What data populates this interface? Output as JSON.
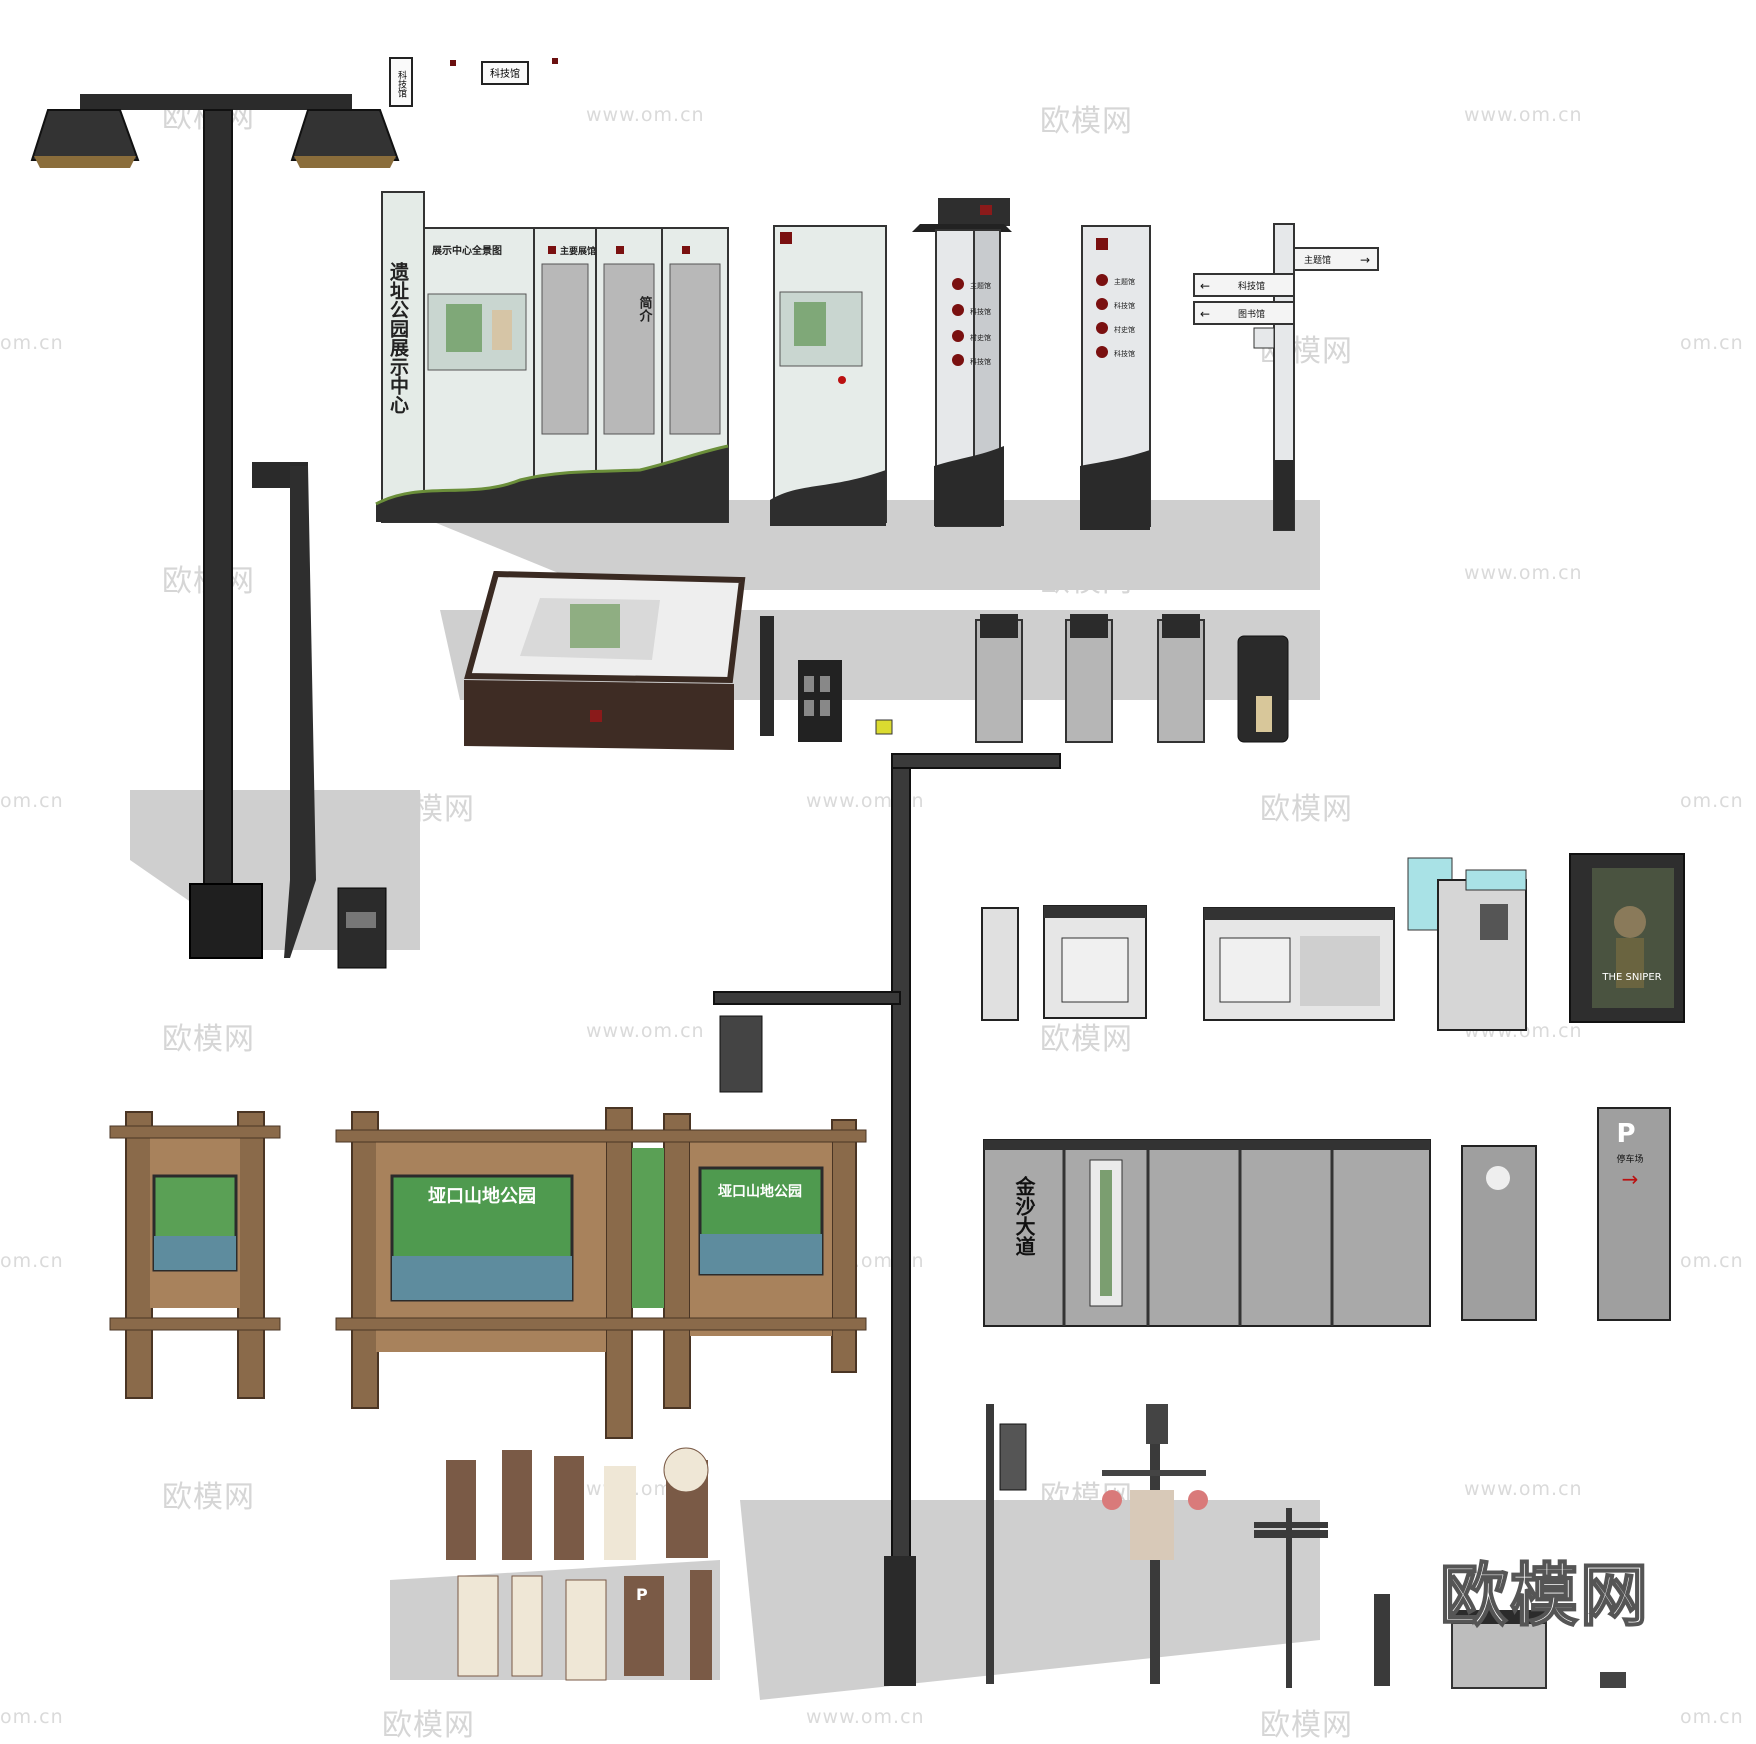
{
  "watermarks": {
    "logo_text": "欧模网",
    "url_text": "www.om.cn",
    "url_partial": "om.cn"
  },
  "brand": {
    "logo_text": "欧模网"
  },
  "signs": {
    "small_tag_1": "科技馆",
    "small_tag_2": "科技馆",
    "panel_vertical_title": "遗址公园展示中心",
    "panel_map_title": "展示中心全景图",
    "panel_header_2": "主要展馆",
    "panel_intro": "简介",
    "totem_items": [
      "主题馆",
      "科技馆",
      "村史馆",
      "科技馆"
    ],
    "totem2_items": [
      "主题馆",
      "科技馆",
      "村史馆",
      "科技馆"
    ],
    "direction_1": "主题馆",
    "direction_2": "科技馆",
    "direction_3": "图书馆",
    "park_name_1": "垭口山地公园",
    "park_name_2": "垭口山地公园",
    "avenue_name": "金沙大道",
    "parking_letter": "P",
    "parking_label": "停车场",
    "poster_title": "THE SNIPER"
  }
}
